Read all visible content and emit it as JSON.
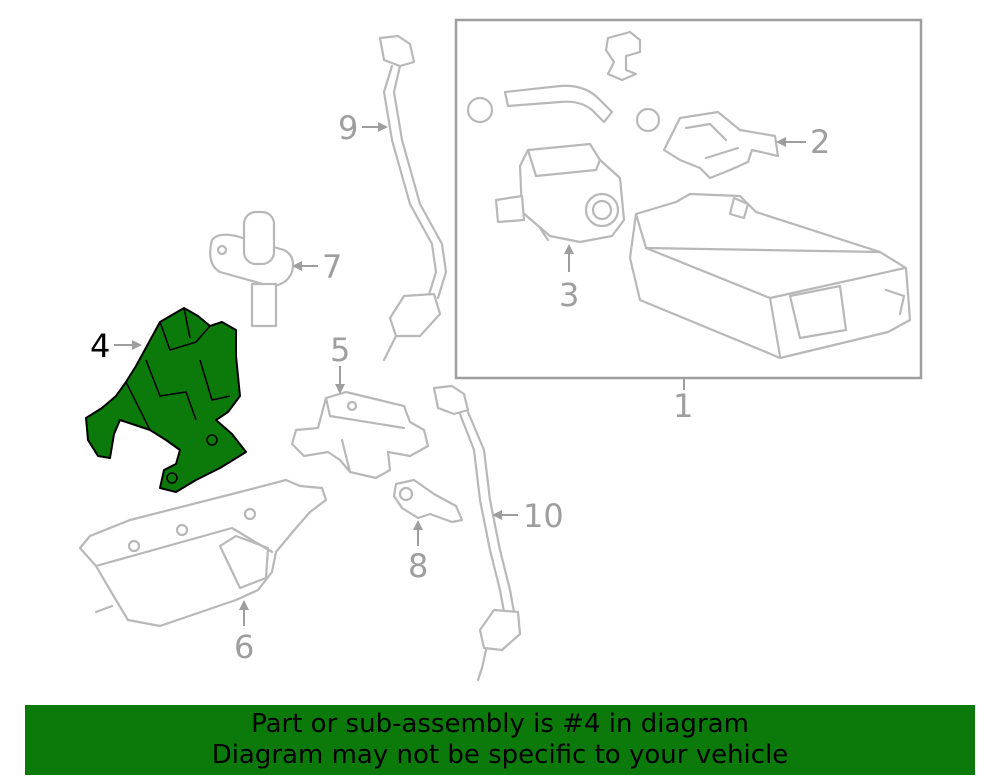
{
  "callouts": {
    "c1": "1",
    "c2": "2",
    "c3": "3",
    "c4": "4",
    "c5": "5",
    "c6": "6",
    "c7": "7",
    "c8": "8",
    "c9": "9",
    "c10": "10"
  },
  "highlight_color": "#0b7a0b",
  "banner": {
    "line1": "Part or sub-assembly is #4 in diagram",
    "line2": "Diagram may not be specific to your vehicle"
  }
}
